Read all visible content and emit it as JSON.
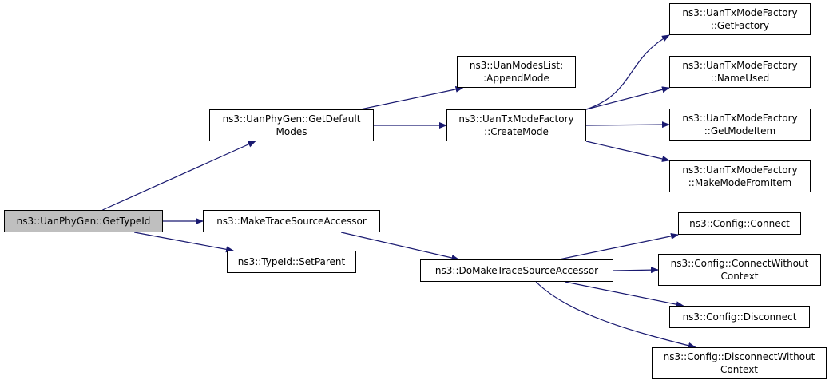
{
  "colors": {
    "edge": "#191970",
    "root_fill": "#bfbfbf",
    "node_fill": "#ffffff",
    "border": "#000000"
  },
  "nodes": {
    "root": {
      "lines": [
        "ns3::UanPhyGen::GetTypeId"
      ]
    },
    "getdefaultmodes": {
      "lines": [
        "ns3::UanPhyGen::GetDefault",
        "Modes"
      ]
    },
    "maketracesourceaccessor": {
      "lines": [
        "ns3::MakeTraceSourceAccessor"
      ]
    },
    "setparent": {
      "lines": [
        "ns3::TypeId::SetParent"
      ]
    },
    "appendmode": {
      "lines": [
        "ns3::UanModesList:",
        ":AppendMode"
      ]
    },
    "createmode": {
      "lines": [
        "ns3::UanTxModeFactory",
        "::CreateMode"
      ]
    },
    "domaketracesourceaccessor": {
      "lines": [
        "ns3::DoMakeTraceSourceAccessor"
      ]
    },
    "getfactory": {
      "lines": [
        "ns3::UanTxModeFactory",
        "::GetFactory"
      ]
    },
    "nameused": {
      "lines": [
        "ns3::UanTxModeFactory",
        "::NameUsed"
      ]
    },
    "getmodeitem": {
      "lines": [
        "ns3::UanTxModeFactory",
        "::GetModeItem"
      ]
    },
    "makemodefromitem": {
      "lines": [
        "ns3::UanTxModeFactory",
        "::MakeModeFromItem"
      ]
    },
    "connect": {
      "lines": [
        "ns3::Config::Connect"
      ]
    },
    "connectwithoutcontext": {
      "lines": [
        "ns3::Config::ConnectWithout",
        "Context"
      ]
    },
    "disconnect": {
      "lines": [
        "ns3::Config::Disconnect"
      ]
    },
    "disconnectwithoutcontext": {
      "lines": [
        "ns3::Config::DisconnectWithout",
        "Context"
      ]
    }
  },
  "edges": [
    {
      "from": "root",
      "to": "getdefaultmodes"
    },
    {
      "from": "root",
      "to": "maketracesourceaccessor"
    },
    {
      "from": "root",
      "to": "setparent"
    },
    {
      "from": "getdefaultmodes",
      "to": "appendmode"
    },
    {
      "from": "getdefaultmodes",
      "to": "createmode"
    },
    {
      "from": "createmode",
      "to": "getfactory"
    },
    {
      "from": "createmode",
      "to": "nameused"
    },
    {
      "from": "createmode",
      "to": "getmodeitem"
    },
    {
      "from": "createmode",
      "to": "makemodefromitem"
    },
    {
      "from": "maketracesourceaccessor",
      "to": "domaketracesourceaccessor"
    },
    {
      "from": "domaketracesourceaccessor",
      "to": "connect"
    },
    {
      "from": "domaketracesourceaccessor",
      "to": "connectwithoutcontext"
    },
    {
      "from": "domaketracesourceaccessor",
      "to": "disconnect"
    },
    {
      "from": "domaketracesourceaccessor",
      "to": "disconnectwithoutcontext"
    }
  ]
}
